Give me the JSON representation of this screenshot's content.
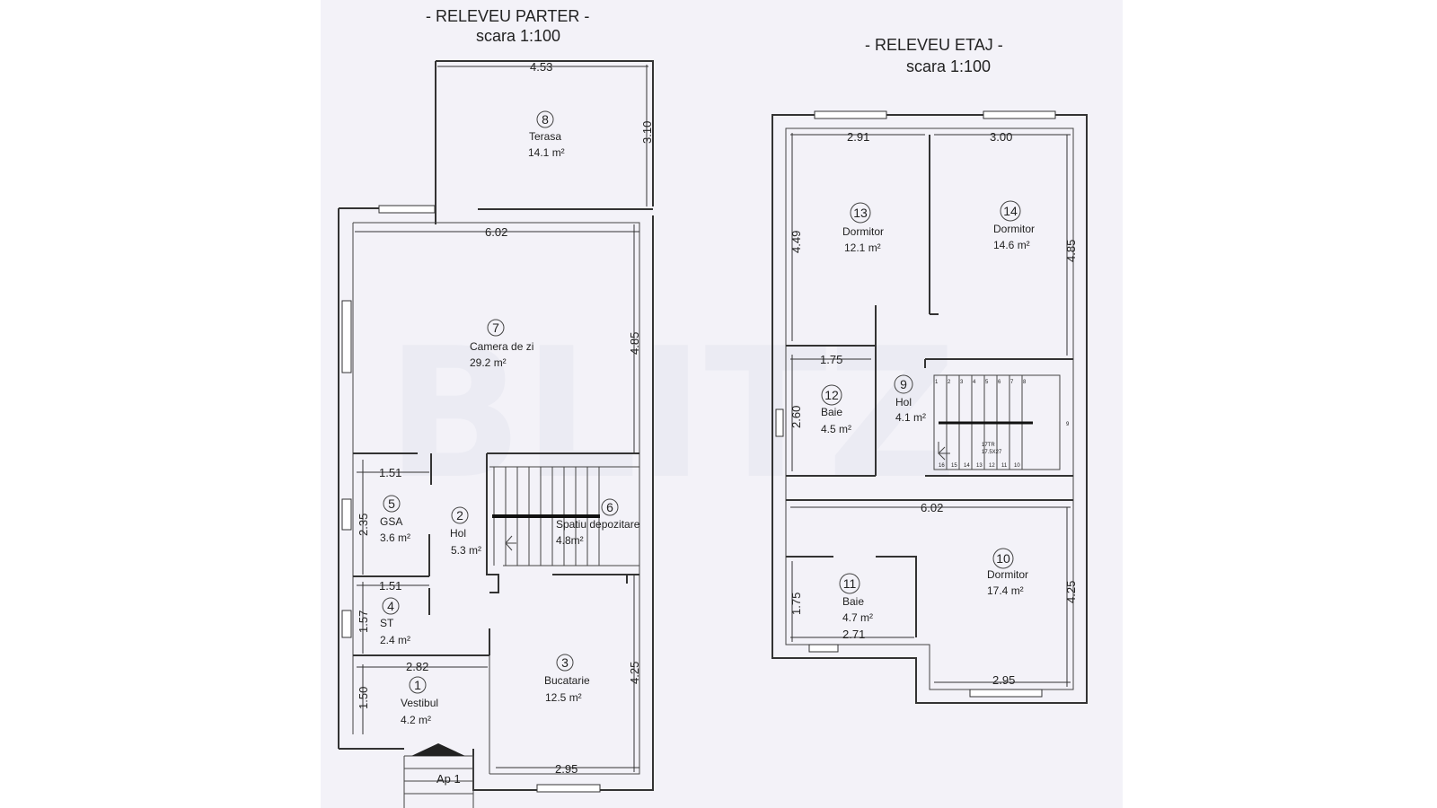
{
  "watermark": "BLITZ",
  "plans": {
    "ground": {
      "title": "- RELEVEU  PARTER -",
      "scale": "scara 1:100",
      "entrance_label": "Ap 1",
      "rooms": [
        {
          "num": "1",
          "name": "Vestibul",
          "area": "4.2 m²"
        },
        {
          "num": "2",
          "name": "Hol",
          "area": "5.3 m²"
        },
        {
          "num": "3",
          "name": "Bucatarie",
          "area": "12.5 m²"
        },
        {
          "num": "4",
          "name": "ST",
          "area": "2.4 m²"
        },
        {
          "num": "5",
          "name": "GSA",
          "area": "3.6 m²"
        },
        {
          "num": "6",
          "name": "Spatiu depozitare",
          "area": "4.8m²"
        },
        {
          "num": "7",
          "name": "Camera de zi",
          "area": "29.2 m²"
        },
        {
          "num": "8",
          "name": "Terasa",
          "area": "14.1 m²"
        }
      ],
      "dims": [
        "4.53",
        "3.10",
        "6.02",
        "4.85",
        "1.51",
        "2.35",
        "1.51",
        "1.57",
        "2.82",
        "1.50",
        "4.25",
        "2.95"
      ]
    },
    "upper": {
      "title": "- RELEVEU  ETAJ -",
      "scale": "scara 1:100",
      "stair_label": "17TR",
      "stair_label2": "17.5X27",
      "stair_mark": "9",
      "rooms": [
        {
          "num": "9",
          "name": "Hol",
          "area": "4.1 m²"
        },
        {
          "num": "10",
          "name": "Dormitor",
          "area": "17.4 m²"
        },
        {
          "num": "11",
          "name": "Baie",
          "area": "4.7 m²"
        },
        {
          "num": "12",
          "name": "Baie",
          "area": "4.5 m²"
        },
        {
          "num": "13",
          "name": "Dormitor",
          "area": "12.1 m²"
        },
        {
          "num": "14",
          "name": "Dormitor",
          "area": "14.6 m²"
        }
      ],
      "dims": [
        "2.91",
        "3.00",
        "4.49",
        "4.85",
        "1.75",
        "2.60",
        "6.02",
        "1.75",
        "2.71",
        "4.25",
        "2.95"
      ],
      "stair_steps_top": [
        "1",
        "2",
        "3",
        "4",
        "5",
        "6",
        "7",
        "8"
      ],
      "stair_steps_bottom": [
        "16",
        "15",
        "14",
        "13",
        "12",
        "11",
        "10"
      ]
    }
  }
}
